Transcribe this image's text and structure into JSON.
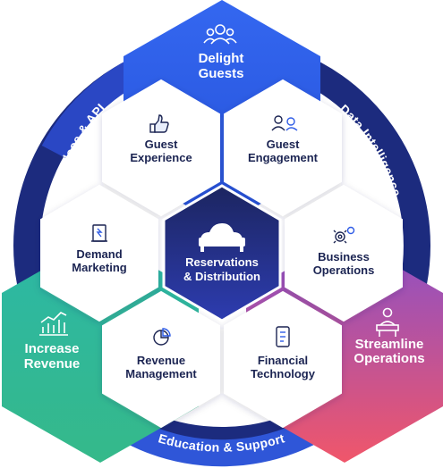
{
  "top": {
    "line1": "Delight",
    "line2": "Guests",
    "icon": "people-group-icon"
  },
  "left": {
    "line1": "Increase",
    "line2": "Revenue",
    "icon": "bar-chart-growth-icon"
  },
  "right": {
    "line1": "Streamline",
    "line2": "Operations",
    "icon": "person-at-desk-icon"
  },
  "center": {
    "line1": "Reservations",
    "line2": "& Distribution",
    "icon": "cloud-bed-icon"
  },
  "ring": {
    "left_arc": "Marketplace & API",
    "right_arc": "Data Intelligence",
    "bottom_arc": "Education & Support"
  },
  "hexes": {
    "guest_experience": {
      "line1": "Guest",
      "line2": "Experience",
      "icon": "thumbs-up-icon"
    },
    "guest_engagement": {
      "line1": "Guest",
      "line2": "Engagement",
      "icon": "users-chat-icon"
    },
    "demand_marketing": {
      "line1": "Demand",
      "line2": "Marketing",
      "icon": "megaphone-icon"
    },
    "business_operations": {
      "line1": "Business",
      "line2": "Operations",
      "icon": "gears-icon"
    },
    "revenue_management": {
      "line1": "Revenue",
      "line2": "Management",
      "icon": "pie-chart-icon"
    },
    "financial_technology": {
      "line1": "Financial",
      "line2": "Technology",
      "icon": "credit-card-icon"
    }
  },
  "colors": {
    "navy": "#1b2452",
    "blue": "#2f5ce6",
    "dark_blue": "#1b2a80",
    "teal": "#2fb89a",
    "coral": "#f0546a",
    "purple": "#7b4fc7"
  }
}
